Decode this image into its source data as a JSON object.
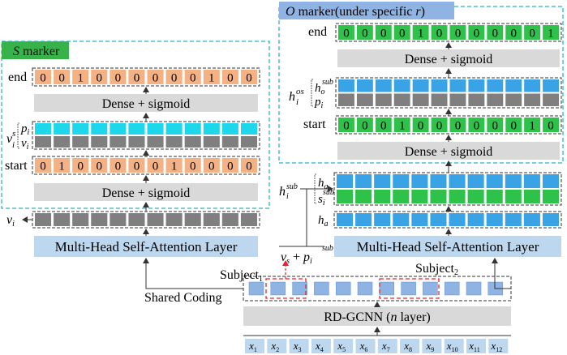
{
  "s_panel": {
    "title_var": "S",
    "title_rest": " marker",
    "end_label": "end",
    "start_label": "start",
    "end_bits": [
      "0",
      "0",
      "1",
      "0",
      "0",
      "0",
      "0",
      "0",
      "0",
      "1",
      "0",
      "0"
    ],
    "start_bits": [
      "0",
      "1",
      "0",
      "0",
      "0",
      "0",
      "0",
      "1",
      "0",
      "0",
      "0",
      "0"
    ],
    "dense_top": "Dense + sigmoid",
    "dense_bottom": "Dense + sigmoid",
    "vs_label": "v",
    "vs_sup": "s",
    "vs_sub": "i",
    "pi_label": "p",
    "pi_sub": "i",
    "vi_label": "v",
    "vi_sub": "i"
  },
  "o_panel": {
    "title_var": "O",
    "title_rest": " marker(under specific ",
    "title_var2": "r",
    "title_close": ")",
    "end_label": "end",
    "start_label": "start",
    "end_bits": [
      "0",
      "0",
      "0",
      "0",
      "1",
      "0",
      "0",
      "0",
      "0",
      "0",
      "0",
      "1"
    ],
    "start_bits": [
      "0",
      "0",
      "0",
      "1",
      "0",
      "0",
      "0",
      "0",
      "0",
      "0",
      "1",
      "0"
    ],
    "dense_top": "Dense + sigmoid",
    "dense_bottom": "Dense + sigmoid",
    "hos_label": "h",
    "hos_sub": "i",
    "hos_sup": "os",
    "ho_label": "h",
    "ho_sub": "o",
    "ho_sup": "sub",
    "hopi_label": "p",
    "hopi_sub": "i",
    "hi_i": "i"
  },
  "middle": {
    "vi_label": "v",
    "vi_sub": "i",
    "mhsa_left": "Multi-Head Self-Attention Layer",
    "mhsa_right": "Multi-Head Self-Attention Layer",
    "vs_p_v": "v",
    "vs_p_vsub": "s",
    "vs_p_plus": " + ",
    "vs_p_p": "p",
    "vs_p_psub": "i",
    "vs_p_psup": "sub",
    "hisub_h": "h",
    "hisub_sub": "i",
    "hisub_sup": "sub",
    "ha_top_h": "h",
    "ha_top_sub": "a",
    "si_s": "s",
    "si_sub": "i",
    "si_sup": "sub",
    "ha_h": "h",
    "ha_sub": "a"
  },
  "bottom": {
    "subject1": "Subject",
    "subject1_sub": "1",
    "subject2": "Subject",
    "subject2_sub": "2",
    "shared_coding": "Shared Coding",
    "rdgcnn_text": "RD-GCNN (",
    "rdgcnn_var": "n",
    "rdgcnn_rest": " layer)",
    "tokens": [
      "1",
      "2",
      "3",
      "4",
      "5",
      "6",
      "7",
      "8",
      "9",
      "10",
      "11",
      "12"
    ],
    "token_var": "x"
  },
  "colors": {
    "orange": "#f4b183",
    "cyan": "#1fd7ea",
    "gray_cell": "#7f7f7f",
    "green": "#2ec24a",
    "blue": "#3aa3e6",
    "light_blue_panel": "#bdd7ee",
    "gray_band": "#d9d9d9",
    "teal_border": "#28b4c8",
    "s_title_bg": "#37b34a",
    "o_title_bg": "#8fb4e3",
    "red": "#e8242a"
  }
}
